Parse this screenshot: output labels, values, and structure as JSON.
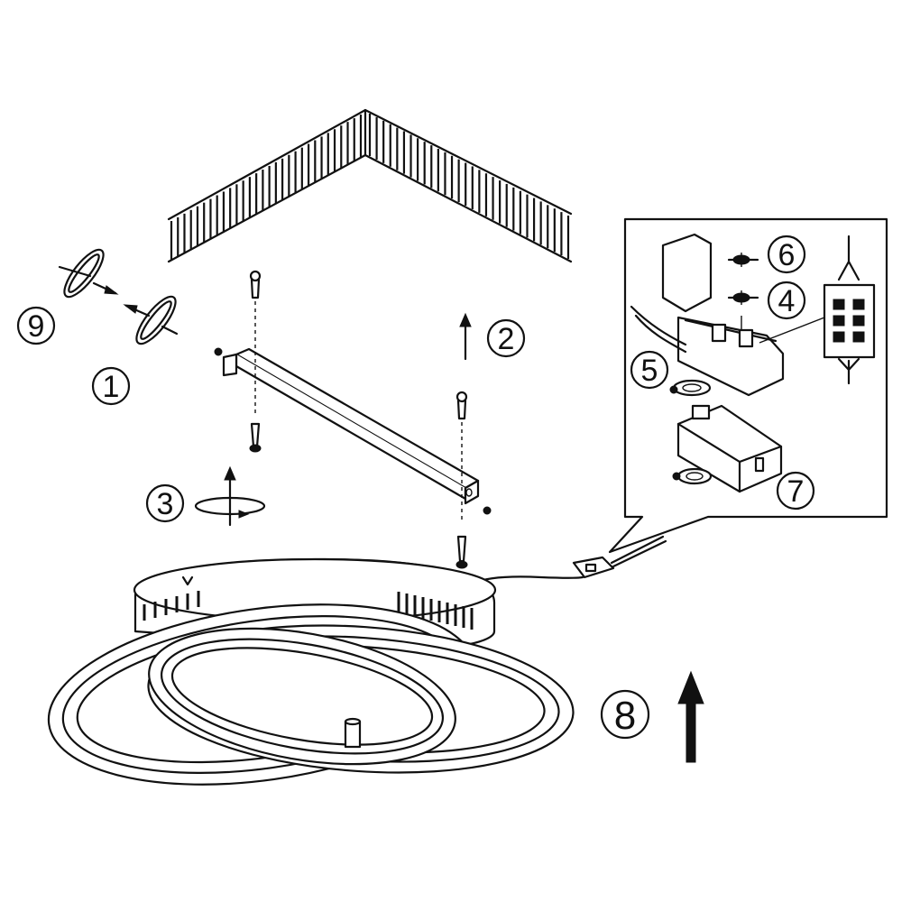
{
  "steps": {
    "step1": "1",
    "step2": "2",
    "step3": "3",
    "step4": "4",
    "step5": "5",
    "step6": "6",
    "step7": "7",
    "step8": "8",
    "step9": "9"
  }
}
